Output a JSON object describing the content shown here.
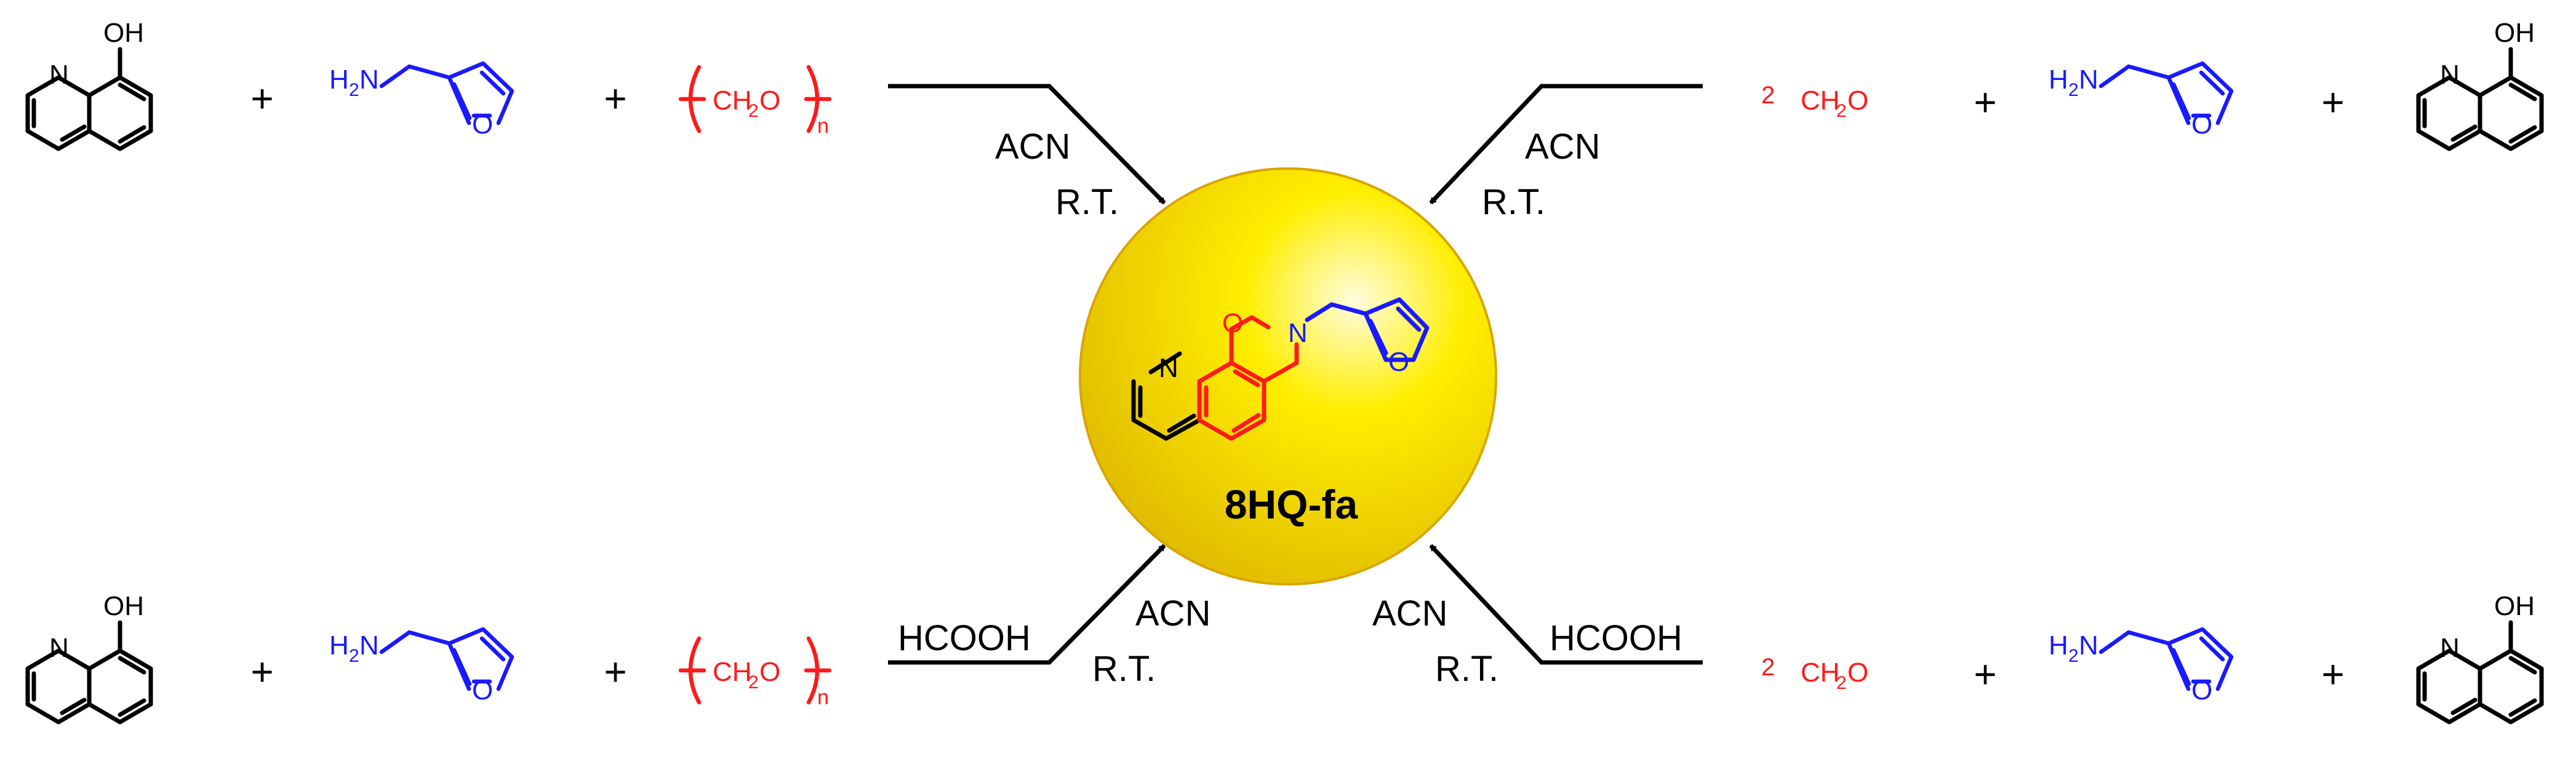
{
  "colors": {
    "black": "#000000",
    "amine": "#1a1aff",
    "formaldehyde": "#ff1a1a",
    "sphere_highlight": "#fffde0",
    "sphere_mid": "#ffee00",
    "sphere_edge": "#e0bb00"
  },
  "labels": {
    "oh": "OH",
    "n": "N",
    "o": "O",
    "h2n_h": "H",
    "h2n_2": "2",
    "h2n_n": "N",
    "plus": "+",
    "poly_ch2o": "CH",
    "poly_sub": "2",
    "poly_o": "O",
    "poly_n": "n",
    "coef": "2",
    "ch2o_ch": "CH",
    "ch2o_sub": "2",
    "ch2o_o": "O",
    "acn": "ACN",
    "rt": "R.T.",
    "hcooh": "HCOOH",
    "product": "8HQ-fa"
  }
}
